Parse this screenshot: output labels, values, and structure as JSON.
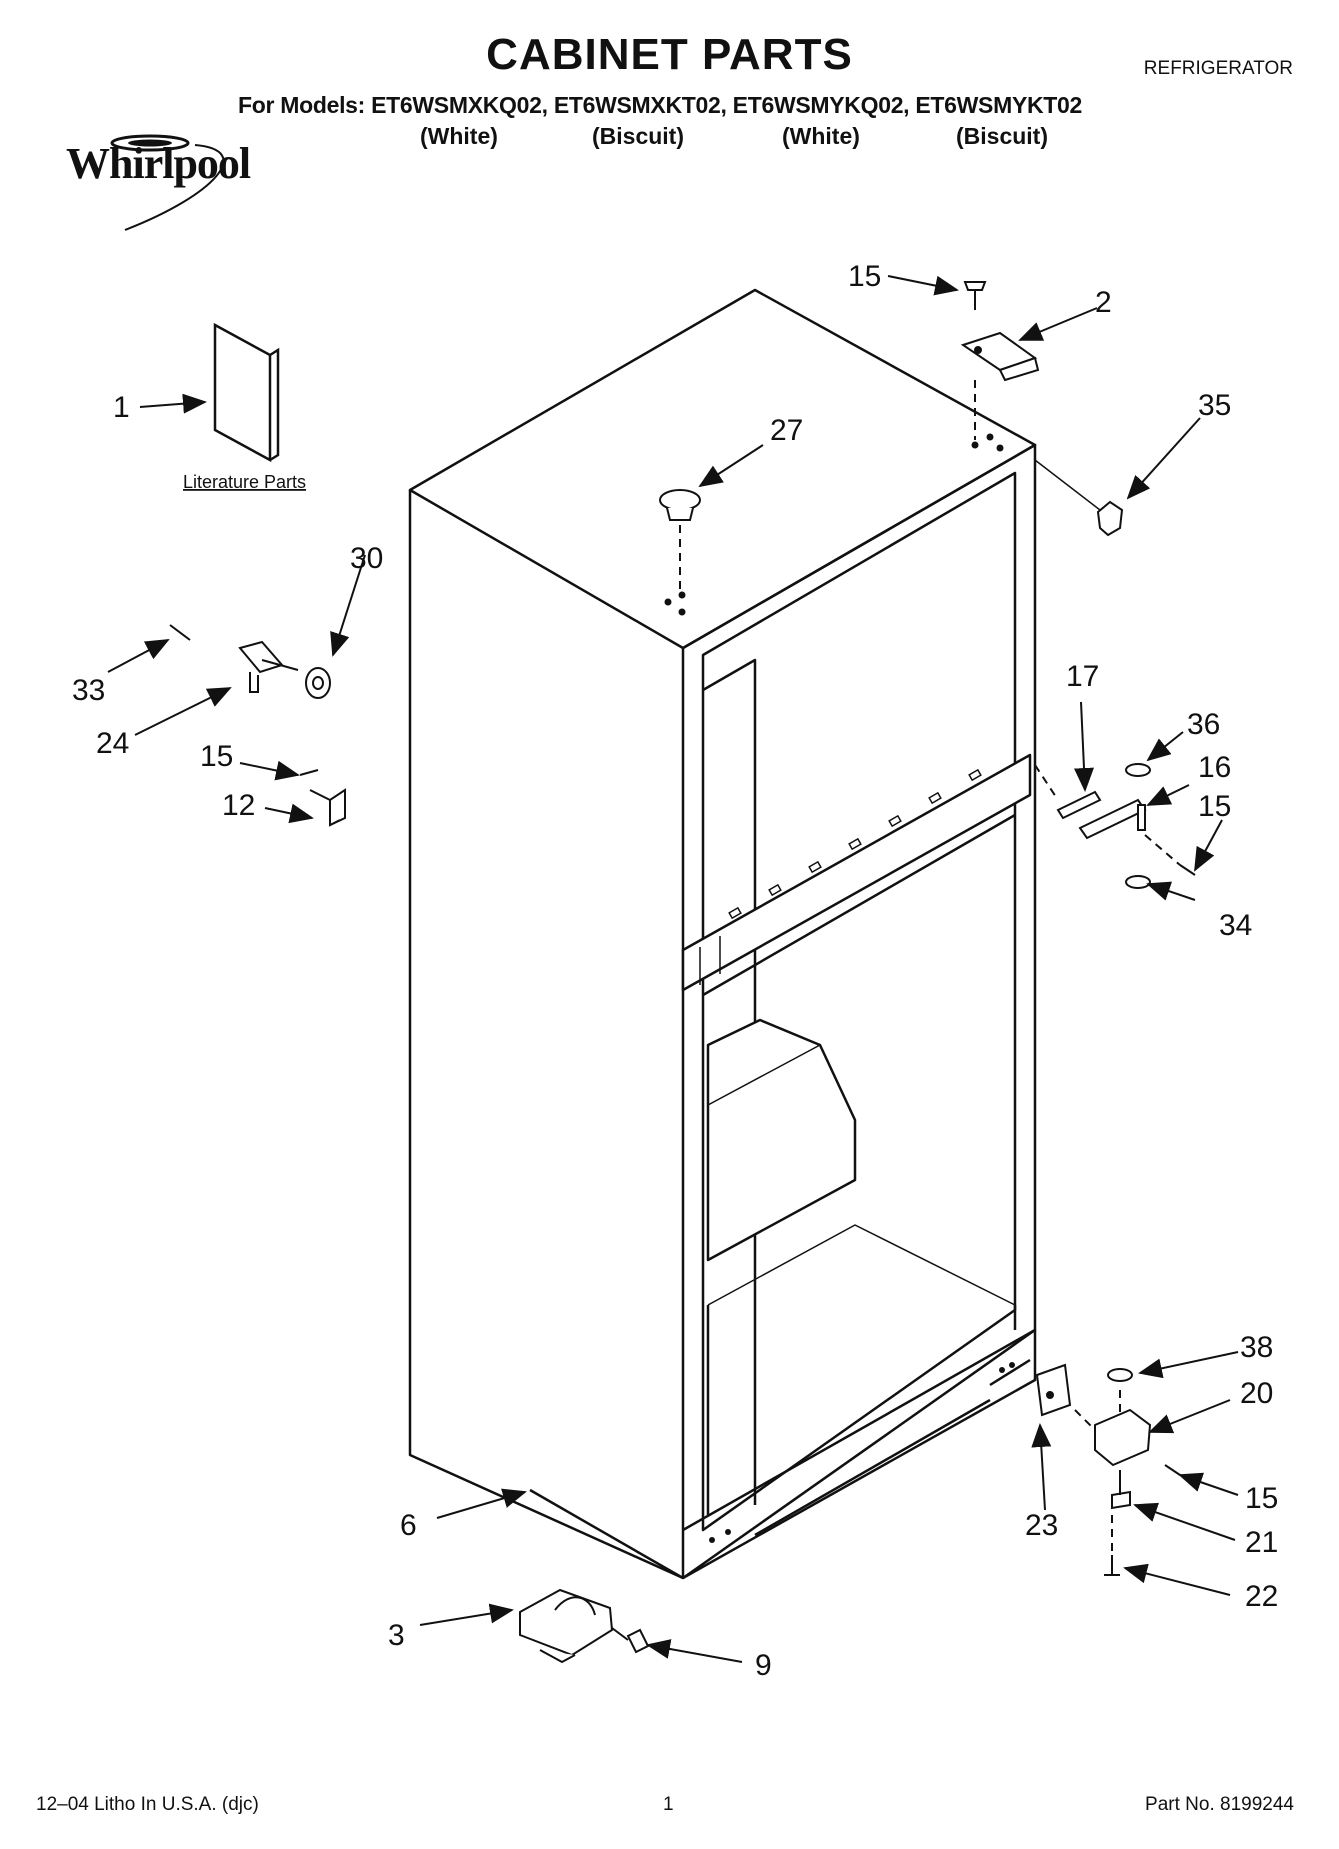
{
  "header": {
    "title": "CABINET PARTS",
    "appliance_type": "REFRIGERATOR",
    "models_line": "For Models: ET6WSMXKQ02, ET6WSMXKT02, ET6WSMYKQ02, ET6WSMYKT02",
    "colors": [
      "(White)",
      "(Biscuit)",
      "(White)",
      "(Biscuit)"
    ],
    "brand": "Whirlpool"
  },
  "diagram": {
    "literature_label": "Literature Parts",
    "callouts": {
      "c1": "1",
      "c2": "2",
      "c3": "3",
      "c6": "6",
      "c9": "9",
      "c12": "12",
      "c15a": "15",
      "c15b": "15",
      "c15c": "15",
      "c15d": "15",
      "c16": "16",
      "c17": "17",
      "c20": "20",
      "c21": "21",
      "c22": "22",
      "c23": "23",
      "c24": "24",
      "c27": "27",
      "c30": "30",
      "c33": "33",
      "c34": "34",
      "c35": "35",
      "c36": "36",
      "c38": "38"
    }
  },
  "footer": {
    "litho": "12–04 Litho In U.S.A. (djc)",
    "page": "1",
    "part_no": "Part No. 8199244"
  }
}
